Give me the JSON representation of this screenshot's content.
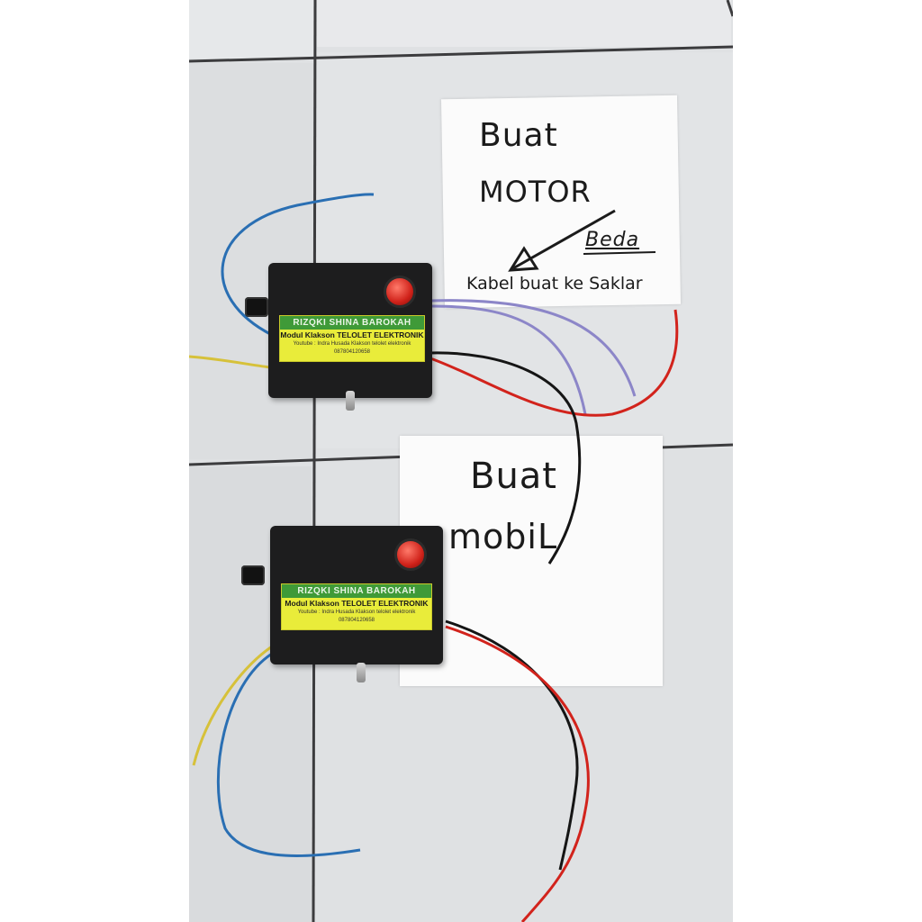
{
  "note_motor": {
    "line1": "Buat",
    "line2": "MOTOR",
    "line3": "Beda",
    "line4": "Kabel buat ke Saklar"
  },
  "note_mobil": {
    "line1": "Buat",
    "line2": "mobiL"
  },
  "module_label": {
    "brand": "RIZQKI SHINA BAROKAH",
    "product": "Modul Klakson TELOLET ELEKTRONIK",
    "youtube": "Youtube : Indra Husada Klakson telolet elektronik",
    "phone": "087804120658"
  },
  "colors": {
    "tile": "#dfe1e3",
    "grout": "#3c3c3e",
    "box": "#1d1d1e",
    "label_yellow": "#e9ec3a",
    "label_green": "#3f9a38",
    "wire_red": "#d2231c",
    "wire_black": "#151515",
    "wire_blue": "#2a6fb3",
    "wire_yellow": "#d6c13a",
    "wire_purple": "#8c86c8"
  }
}
